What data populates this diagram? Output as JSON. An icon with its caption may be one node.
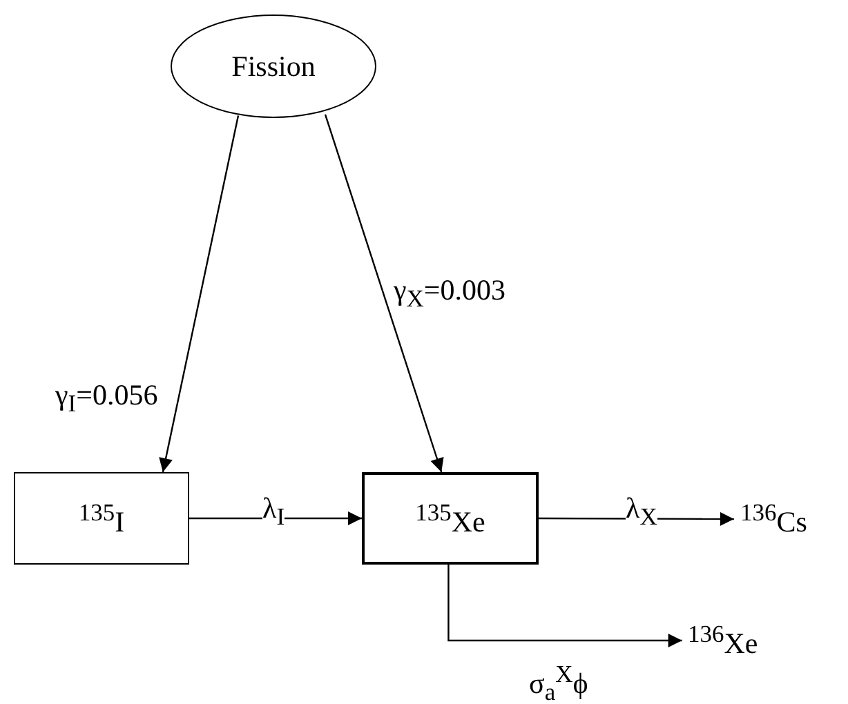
{
  "diagram": {
    "nodes": [
      {
        "text": [
          "Fission"
        ]
      },
      {
        "text": [
          "$^{135}$I"
        ]
      },
      {
        "text": [
          "$^{135}$Xe"
        ]
      },
      {
        "text": [
          "$^{136}$Cs"
        ]
      },
      {
        "text": [
          "$^{136}$Xe"
        ]
      }
    ],
    "edges": [
      {
        "from": 0,
        "to": 1,
        "arrow": "to",
        "label": "γ$_{I}$=0.056"
      },
      {
        "from": 0,
        "to": 2,
        "arrow": "to",
        "label": "γ$_{X}$=0.003"
      },
      {
        "from": 1,
        "to": 2,
        "arrow": "to",
        "label": "λ$_{I}$"
      },
      {
        "from": 2,
        "to": 3,
        "arrow": "to",
        "label": "λ$_{X}$"
      },
      {
        "from": 2,
        "to": 4,
        "arrow": "to",
        "label": "σ$_{a}$$^{X}$ϕ"
      }
    ]
  }
}
